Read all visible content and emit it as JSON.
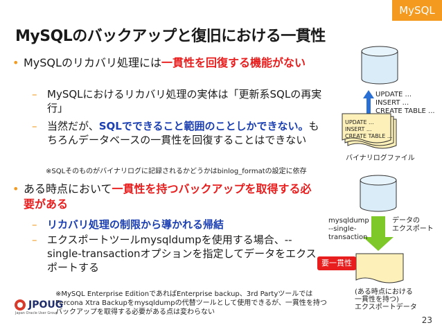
{
  "tag": "MySQL",
  "title": "MySQLのバックアップと復旧における一貫性",
  "bullet1": {
    "pre": "MySQLのリカバリ処理には",
    "red": "一貫性を回復する機能がない",
    "sub1": "MySQLにおけるリカバリ処理の実体は「更新系SQLの再実行」",
    "sub2_pre": "当然だが、",
    "sub2_blue": "SQLでできること範囲のことしかできない。",
    "sub2_post": "もちろんデータベースの一貫性を回復することはできない",
    "note": "※SQLそのものがバイナリログに記録されるかどうかはbinlog_formatの設定に依存"
  },
  "bullet2": {
    "pre": "ある時点において",
    "red": "一貫性を持つバックアップを取得する必要がある",
    "sub1_blue": "リカバリ処理の制限から導かれる帰結",
    "sub2": "エクスポートツールmysqldumpを使用する場合、--single-transactionオプションを指定してデータをエクスポートする"
  },
  "footnote": {
    "line1": "※MySQL Enterprise EditionであればEnterprise backup、3rd Partyツールでは",
    "line2": "Percona Xtra Backupをmysqldumpの代替ツールとして使用できるが、一貫性を持つ",
    "line3": "バックアップを取得する必要がある点は変わらない"
  },
  "diagram1": {
    "sql_line1": "UPDATE ...",
    "sql_line2": "INSERT ...",
    "sql_line3": "CREATE TABLE ...",
    "file_line1": "UPDATE ...",
    "file_line2": "INSERT ...",
    "file_line3": "CREATE TABLE ...",
    "file_label": "バイナリログファイル"
  },
  "diagram2": {
    "left_line1": "mysqldump",
    "left_line2": "--single-",
    "left_line3": "transaction",
    "right_line1": "データの",
    "right_line2": "エクスポート",
    "badge": "要一貫性",
    "caption_line1": "(ある時点における",
    "caption_line2": "一貫性を持つ)",
    "caption_line3": "エクスポートデータ"
  },
  "logo": {
    "text": "JPOUG",
    "tagline": "Japan Oracle User Group"
  },
  "page_number": "23",
  "colors": {
    "accent": "#f39a1f",
    "red": "#e81d1d",
    "blue": "#1b3fb0",
    "db_fill": "#d9ecf7",
    "file_fill": "#fdf0b8",
    "badge": "#e81d1d",
    "arrow_green": "#7ec82a",
    "arrow_blue": "#2a6fd4"
  }
}
